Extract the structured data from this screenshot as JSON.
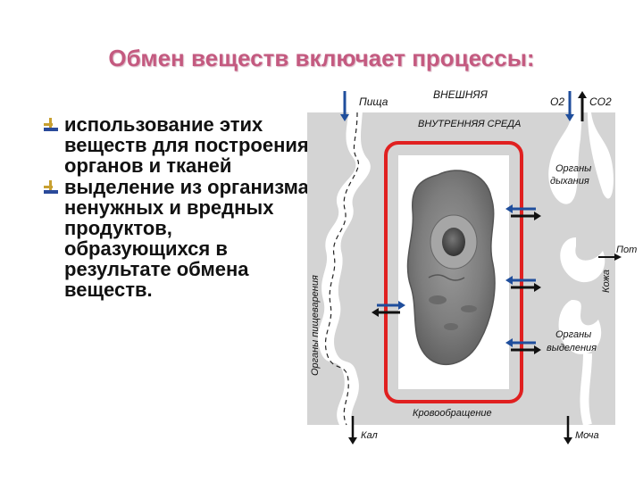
{
  "slide": {
    "title": "Обмен веществ включает процессы:",
    "bullets": [
      "использование этих веществ для построения органов и тканей",
      "выделение из организма ненужных и вредных продуктов, образующихся в результате обмена веществ."
    ]
  },
  "diagram": {
    "labels": {
      "food": "Пища",
      "external": "ВНЕШНЯЯ",
      "o2": "O2",
      "co2": "CO2",
      "internal_env": "ВНУТРЕННЯЯ СРЕДА",
      "respiratory": [
        "Органы",
        "дыхания"
      ],
      "digestive": "Органы пищеварения",
      "sweat": "Пот",
      "skin": "Кожа",
      "excretory": [
        "Органы",
        "выделения"
      ],
      "circulation": "Кровообращение",
      "feces": "Кал",
      "urine": "Моча"
    },
    "colors": {
      "title": "#c45a80",
      "frame": "#e02020",
      "arrow_blue": "#1f4e9c",
      "arrow_black": "#111111",
      "panel": "#d4d4d4"
    },
    "icons": [
      "bullet-icon",
      "cell-image",
      "intestine-shape",
      "lungs-shape",
      "kidney-shape"
    ]
  }
}
